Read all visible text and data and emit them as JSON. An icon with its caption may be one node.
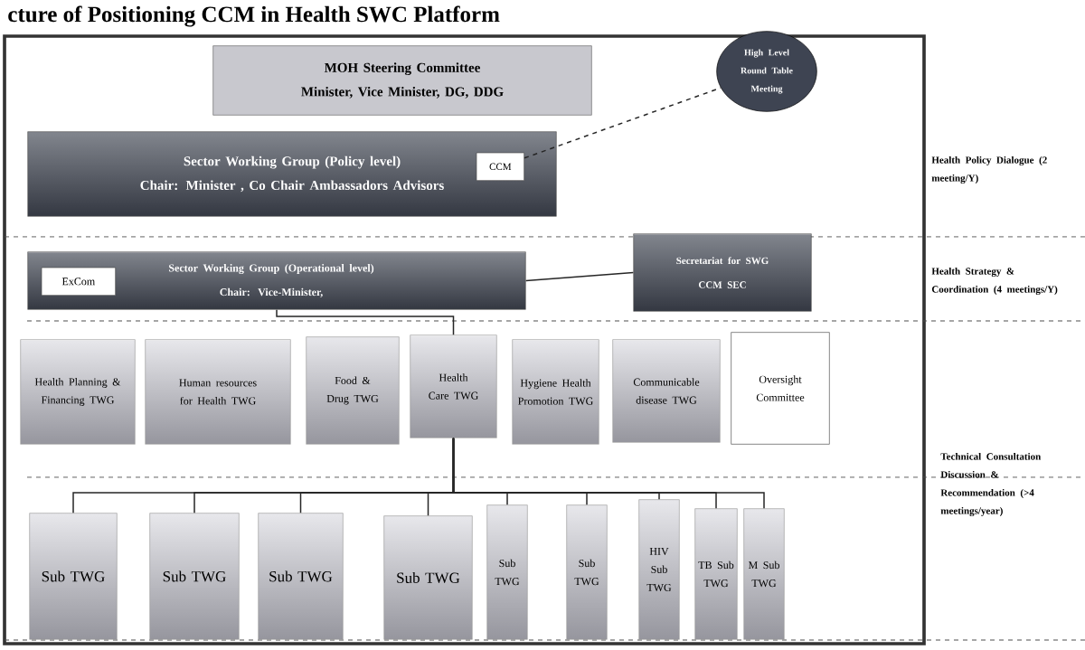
{
  "diagram": {
    "title": "cture of Positioning CCM in Health SWC Platform",
    "nodes": [
      {
        "text": [
          "High Level Round Table Meeting"
        ]
      },
      {
        "text": [
          "MOH Steering Committee",
          "Minister, Vice Minister, DG, DDG"
        ]
      },
      {
        "text": [
          "Sector Working Group (Policy level)",
          "Chair: Minister , Co Chair Ambassadors Advisors"
        ]
      },
      {
        "text": [
          "CCM"
        ],
        "in": 2
      },
      {
        "text": [
          "Sector Working Group (Operational level)",
          "Chair: Vice-Minister,"
        ]
      },
      {
        "text": [
          "ExCom"
        ],
        "in": 4
      },
      {
        "text": [
          "Secretariat for SWG",
          "CCM SEC"
        ]
      },
      {
        "text": [
          "Health Planning & Financing TWG"
        ]
      },
      {
        "text": [
          "Human resources for Health TWG"
        ]
      },
      {
        "text": [
          "Food & Drug TWG"
        ]
      },
      {
        "text": [
          "Health Care TWG"
        ]
      },
      {
        "text": [
          "Hygiene Health Promotion TWG"
        ]
      },
      {
        "text": [
          "Communicable disease TWG"
        ]
      },
      {
        "text": [
          "Oversight Committee"
        ]
      },
      {
        "text": [
          "Sub TWG"
        ]
      },
      {
        "text": [
          "Sub TWG"
        ]
      },
      {
        "text": [
          "Sub TWG"
        ]
      },
      {
        "text": [
          "Sub TWG"
        ]
      },
      {
        "text": [
          "Sub TWG"
        ]
      },
      {
        "text": [
          "Sub TWG"
        ]
      },
      {
        "text": [
          "HIV Sub TWG"
        ]
      },
      {
        "text": [
          "TB Sub TWG"
        ]
      },
      {
        "text": [
          "M Sub TWG"
        ]
      }
    ],
    "edges": [
      {
        "from": 3,
        "to": 0,
        "arrow": "none",
        "style": "dashed"
      },
      {
        "from": 4,
        "to": 6,
        "arrow": "none"
      },
      {
        "from": 4,
        "to": 10,
        "arrow": "none"
      },
      {
        "from": 10,
        "to": 14,
        "arrow": "none"
      },
      {
        "from": 10,
        "to": 15,
        "arrow": "none"
      },
      {
        "from": 10,
        "to": 16,
        "arrow": "none"
      },
      {
        "from": 10,
        "to": 17,
        "arrow": "none"
      },
      {
        "from": 10,
        "to": 18,
        "arrow": "none"
      },
      {
        "from": 10,
        "to": 19,
        "arrow": "none"
      },
      {
        "from": 10,
        "to": 20,
        "arrow": "none"
      },
      {
        "from": 10,
        "to": 21,
        "arrow": "none"
      },
      {
        "from": 10,
        "to": 22,
        "arrow": "none"
      }
    ],
    "labels": [
      "Health Policy Dialogue (2 meeting/Y)",
      "Health Strategy & Coordination (4 meetings/Y)",
      "Technical Consultation Discussion & Recommendation (>4 meetings/year)"
    ]
  }
}
